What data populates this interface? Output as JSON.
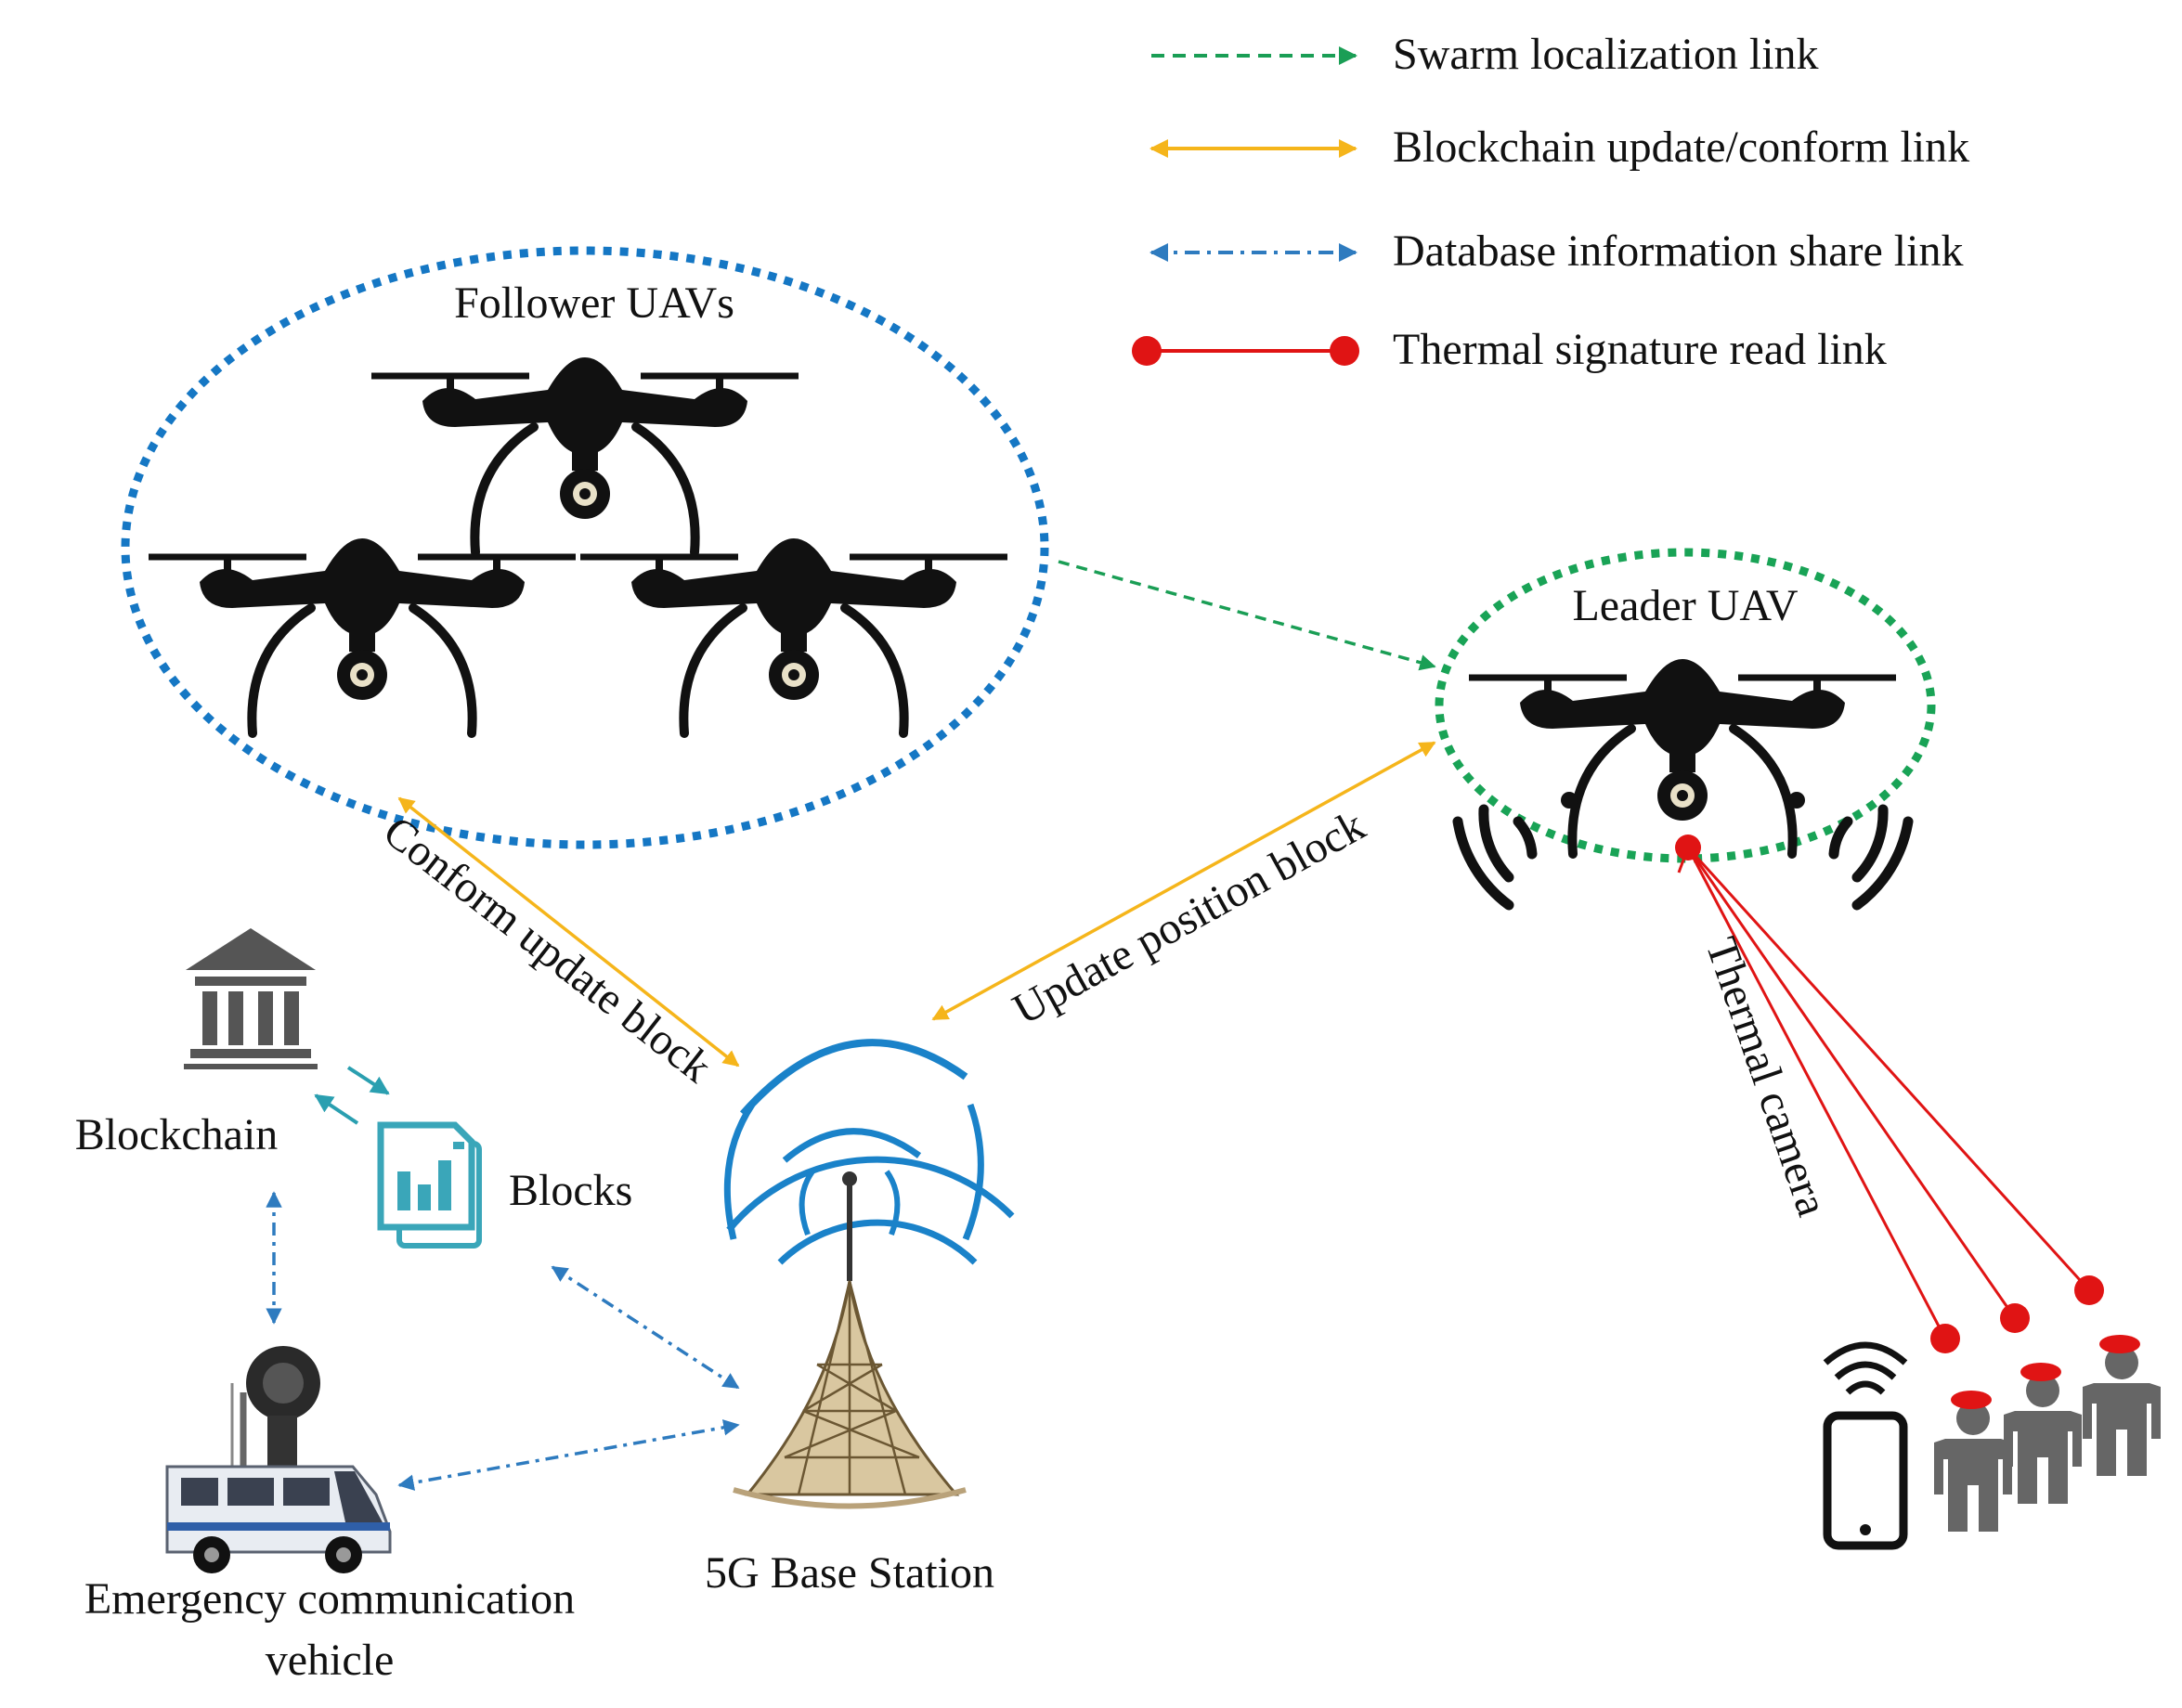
{
  "legend": {
    "swarm": "Swarm localization link",
    "blockchain": "Blockchain update/conform link",
    "database": "Database information share link",
    "thermal": "Thermal  signature read link"
  },
  "labels": {
    "follower_uavs": "Follower UAVs",
    "leader_uav": "Leader UAV",
    "conform_update_block": "Conform update block",
    "update_position_block": "Update position block",
    "thermal_camera": "Thermal camera",
    "blockchain": "Blockchain",
    "blocks": "Blocks",
    "base_station": "5G Base Station",
    "vehicle_line1": "Emergency communication",
    "vehicle_line2": "vehicle"
  },
  "colors": {
    "swarm_link": "#1a9e55",
    "blockchain_link": "#f5b51b",
    "database_link": "#2e7bbf",
    "thermal_link": "#e01414",
    "follower_ellipse": "#1577c4",
    "leader_ellipse": "#19a356",
    "drone": "#111111",
    "person": "#666666",
    "blocks_icon": "#3aa6b9"
  }
}
